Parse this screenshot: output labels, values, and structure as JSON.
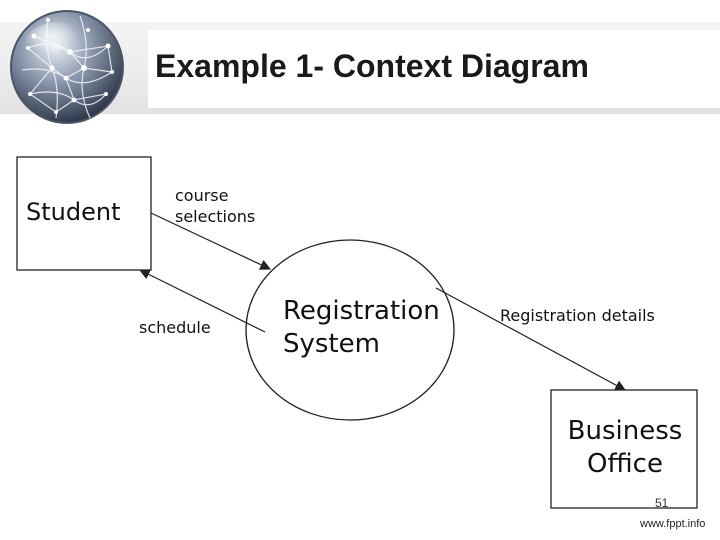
{
  "slide": {
    "title": "Example 1- Context Diagram",
    "page_number": "51",
    "footer_url": "www.fppt.info"
  },
  "diagram": {
    "entities": {
      "student": "Student",
      "business_office_line1": "Business",
      "business_office_line2": "Office"
    },
    "process": {
      "line1": "Registration",
      "line2": "System"
    },
    "flows": {
      "course_selections_line1": "course",
      "course_selections_line2": "selections",
      "schedule": "schedule",
      "registration_details": "Registration details"
    }
  },
  "colors": {
    "stroke": "#222222",
    "globe_dark": "#3b4a63",
    "globe_light": "#dfe5ee"
  }
}
